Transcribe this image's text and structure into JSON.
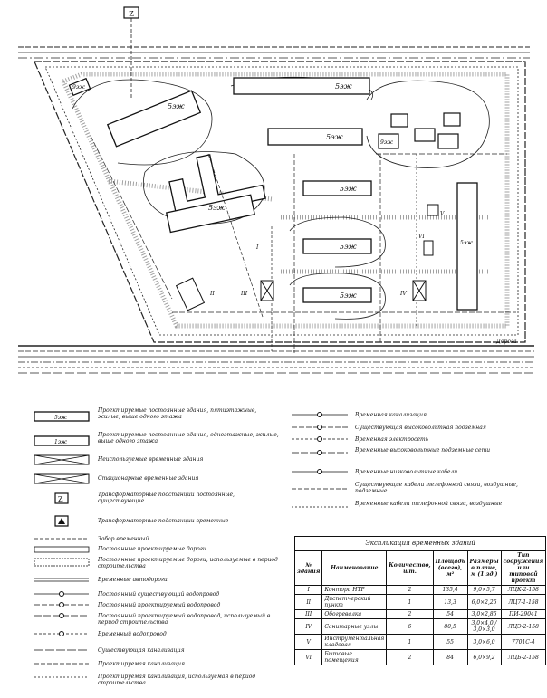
{
  "transformer_sign": "Z",
  "buildings": [
    {
      "id": "1",
      "label": "5эж"
    },
    {
      "id": "2",
      "label": "5эж"
    },
    {
      "id": "3",
      "label": "5эж"
    },
    {
      "id": "4",
      "label": "5эж"
    },
    {
      "id": "5",
      "label": "5эж"
    },
    {
      "id": "6",
      "label": "5эж"
    },
    {
      "id": "7",
      "label": "5эж"
    },
    {
      "id": "8",
      "label": "5эж"
    },
    {
      "id": "9",
      "label": "9эж"
    },
    {
      "id": "9b",
      "label": "9эж"
    }
  ],
  "temp_marks": [
    "I",
    "II",
    "III",
    "IV",
    "V",
    "VI"
  ],
  "road_label": "Дорога",
  "legend_left": [
    {
      "swatch": "5эж",
      "text": "Проектируемые постоянные здания, пятиэтажные, жилые, выше одного этажа"
    },
    {
      "swatch": "1эж",
      "text": "Проектируемые постоянные здания, одноэтажные, жилые, выше одного этажа"
    },
    {
      "text": "Неиспользуемые временные здания"
    },
    {
      "text": "Стационарные временные здания"
    },
    {
      "swatch": "Z",
      "text": "Трансформаторные подстанции постоянные, существующие"
    },
    {
      "text": "Трансформаторные подстанции временные"
    },
    {
      "text": "Забор временный"
    },
    {
      "text": "Постоянные проектируемые дороги"
    },
    {
      "text": "Постоянные проектируемые дороги, используемые в период строительства"
    },
    {
      "text": "Временные автодороги"
    },
    {
      "text": "Постоянный существующий водопровод"
    },
    {
      "text": "Постоянный проектируемый водопровод"
    },
    {
      "text": "Постоянный проектируемый водопровод, используемый в период строительства"
    },
    {
      "text": "Временный водопровод"
    },
    {
      "text": "Существующая канализация"
    },
    {
      "text": "Проектируемая канализация"
    },
    {
      "text": "Проектируемая канализация, используемая в период строительства"
    }
  ],
  "legend_right": [
    {
      "text": "Временная канализация"
    },
    {
      "text": "Существующая высоковольтная подземная"
    },
    {
      "text": "Временная электросеть"
    },
    {
      "text": "Временные высоковольтные подземные сети"
    },
    {
      "text": "Временные низковольтные кабели"
    },
    {
      "text": "Существующие кабели телефонной связи, воздушные, подземные"
    },
    {
      "text": "Временные кабели телефонной связи, воздушные"
    }
  ],
  "table": {
    "title": "Экспликация временных зданий",
    "headers": [
      "№ здания",
      "Наименование",
      "Количество, шт.",
      "Площадь (всего), м²",
      "Размеры в плане, м (1 зд.)",
      "Тип сооружения или типовой проект"
    ],
    "rows": [
      [
        "I",
        "Контора НТР",
        "2",
        "135,4",
        "9,0×5,7",
        "ЛЦК-2-158"
      ],
      [
        "II",
        "Диспетчерский пункт",
        "1",
        "13,3",
        "6,0×2,25",
        "ЛЦ7-1-158"
      ],
      [
        "III",
        "Обогревалка",
        "2",
        "54",
        "3,0×2,85",
        "ПИ-29041"
      ],
      [
        "IV",
        "Санитарные узлы",
        "6",
        "80,5",
        "3,0×4,0 / 3,0×3,0",
        "ЛЦЭ-2-158"
      ],
      [
        "V",
        "Инструментальная кладовая",
        "1",
        "55",
        "3,0×6,0",
        "7701С-4"
      ],
      [
        "VI",
        "Бытовые помещения",
        "2",
        "84",
        "6,0×9,2",
        "ЛЦБ-2-158"
      ]
    ]
  }
}
